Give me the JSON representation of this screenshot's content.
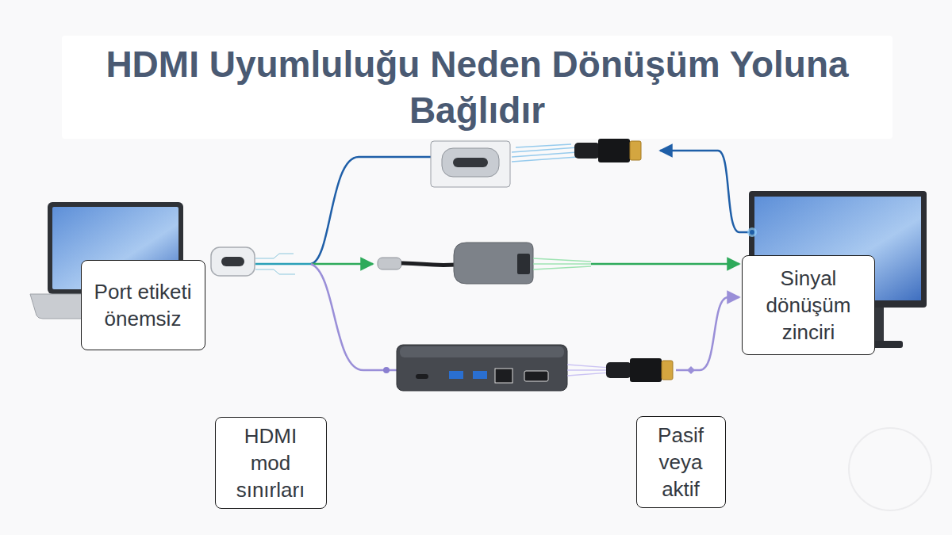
{
  "diagram": {
    "title": "HDMI Uyumluluğu Neden Dönüşüm Yoluna Bağlıdır",
    "nodes": [
      {
        "text": [
          "Port etiketi önemsiz"
        ]
      },
      {
        "text": [
          "Sinyal dönüşüm zinciri"
        ]
      },
      {
        "text": [
          "HDMI mod sınırları"
        ]
      },
      {
        "text": [
          "Pasif veya aktif"
        ]
      }
    ]
  }
}
